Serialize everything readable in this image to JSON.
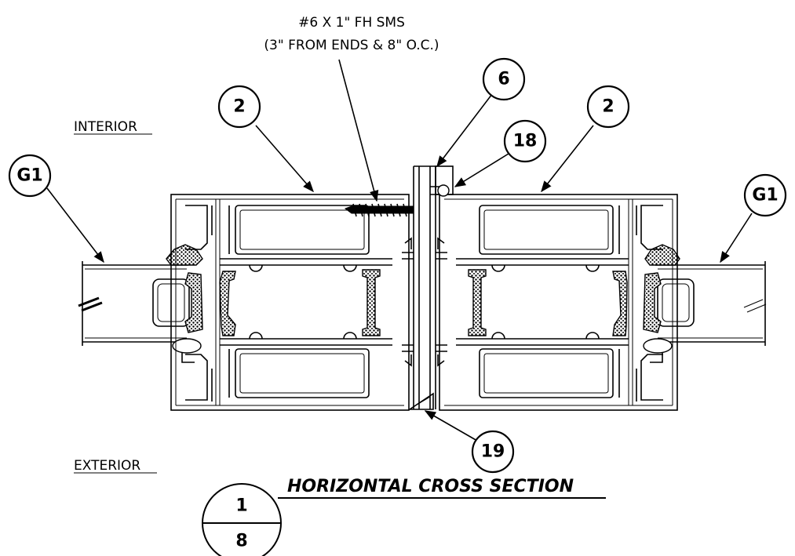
{
  "callouts": {
    "g1_left": "G1",
    "mullion_left": "2",
    "clip": "6",
    "gasket_top": "18",
    "mullion_right": "2",
    "g1_right": "G1",
    "gasket_bottom": "19"
  },
  "labels": {
    "interior": "INTERIOR",
    "exterior": "EXTERIOR"
  },
  "screw_note": {
    "line1": "#6 X 1\" FH SMS",
    "line2": "(3\" FROM ENDS & 8\" O.C.)"
  },
  "title_block": {
    "detail_number": "1",
    "sheet_number": "8",
    "title": "HORIZONTAL CROSS SECTION"
  }
}
